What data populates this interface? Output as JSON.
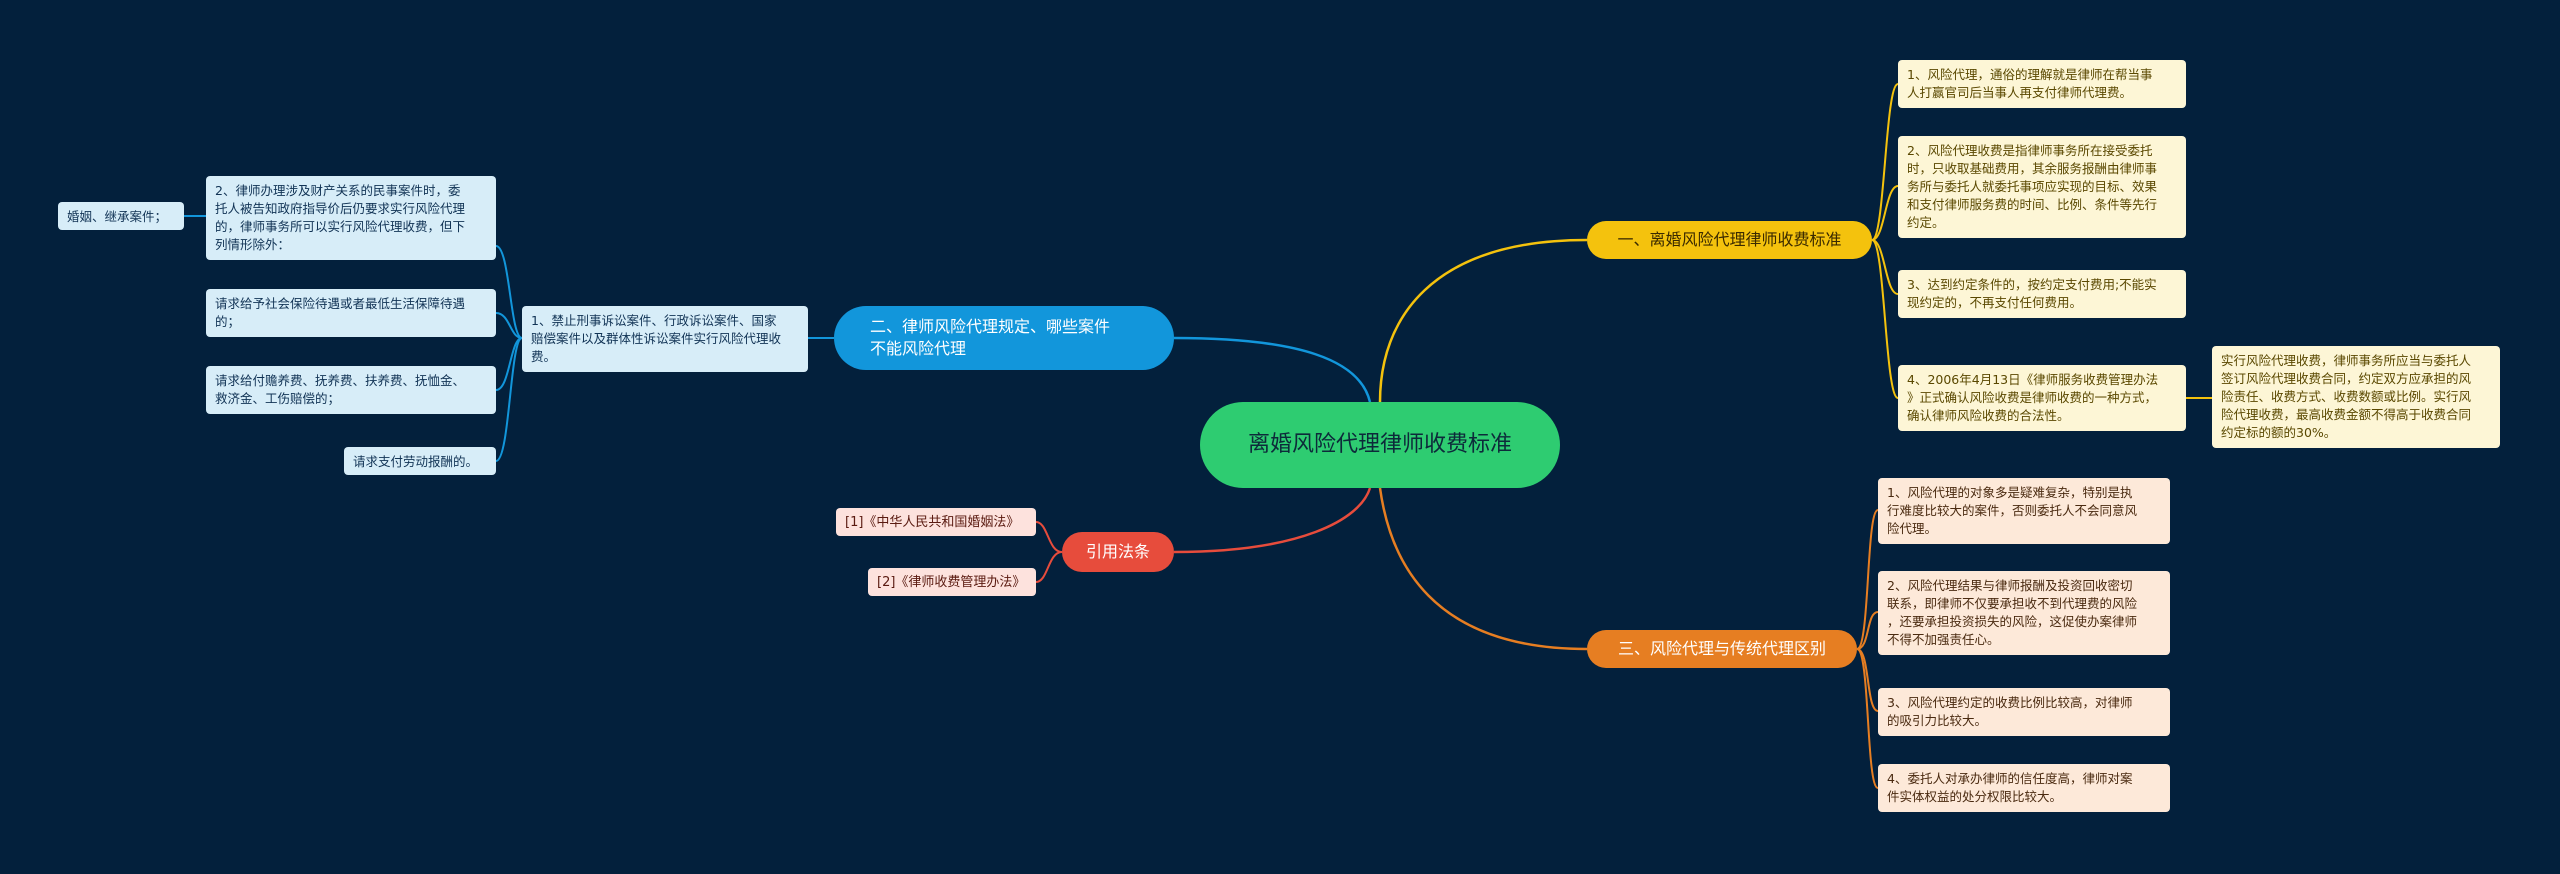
{
  "colors": {
    "background": "#03203c",
    "root": "#2ecc71",
    "branch1": "#f4c20d",
    "branch2": "#1296db",
    "branch3": "#e67e22",
    "branch4": "#e74c3c"
  },
  "root": "离婚风险代理律师收费标准",
  "branch1": {
    "label": "一、离婚风险代理律师收费标准",
    "items": [
      "1、风险代理，通俗的理解就是律师在帮当事\n人打赢官司后当事人再支付律师代理费。",
      "2、风险代理收费是指律师事务所在接受委托\n时，只收取基础费用，其余服务报酬由律师事\n务所与委托人就委托事项应实现的目标、效果\n和支付律师服务费的时间、比例、条件等先行\n约定。",
      "3、达到约定条件的，按约定支付费用;不能实\n现约定的，不再支付任何费用。",
      "4、2006年4月13日《律师服务收费管理办法\n》正式确认风险收费是律师收费的一种方式，\n确认律师风险收费的合法性。"
    ],
    "sub": "实行风险代理收费，律师事务所应当与委托人\n签订风险代理收费合同，约定双方应承担的风\n险责任、收费方式、收费数额或比例。实行风\n险代理收费，最高收费金额不得高于收费合同\n约定标的额的30%。"
  },
  "branch2": {
    "label": "二、律师风险代理规定、哪些案件\n不能风险代理",
    "item1": "1、禁止刑事诉讼案件、行政诉讼案件、国家\n赔偿案件以及群体性诉讼案件实行风险代理收\n费。",
    "item2": "2、律师办理涉及财产关系的民事案件时，委\n托人被告知政府指导价后仍要求实行风险代理\n的，律师事务所可以实行风险代理收费，但下\n列情形除外：",
    "item2_sub": "婚姻、继承案件；",
    "item3": "请求给予社会保险待遇或者最低生活保障待遇\n的；",
    "item4": "请求给付赡养费、抚养费、扶养费、抚恤金、\n救济金、工伤赔偿的；",
    "item5": "请求支付劳动报酬的。"
  },
  "branch3": {
    "label": "三、风险代理与传统代理区别",
    "items": [
      "1、风险代理的对象多是疑难复杂，特别是执\n行难度比较大的案件，否则委托人不会同意风\n险代理。",
      "2、风险代理结果与律师报酬及投资回收密切\n联系，即律师不仅要承担收不到代理费的风险\n，还要承担投资损失的风险，这促使办案律师\n不得不加强责任心。",
      "3、风险代理约定的收费比例比较高，对律师\n的吸引力比较大。",
      "4、委托人对承办律师的信任度高，律师对案\n件实体权益的处分权限比较大。"
    ]
  },
  "branch4": {
    "label": "引用法条",
    "items": [
      "[1]《中华人民共和国婚姻法》",
      "[2]《律师收费管理办法》"
    ]
  }
}
